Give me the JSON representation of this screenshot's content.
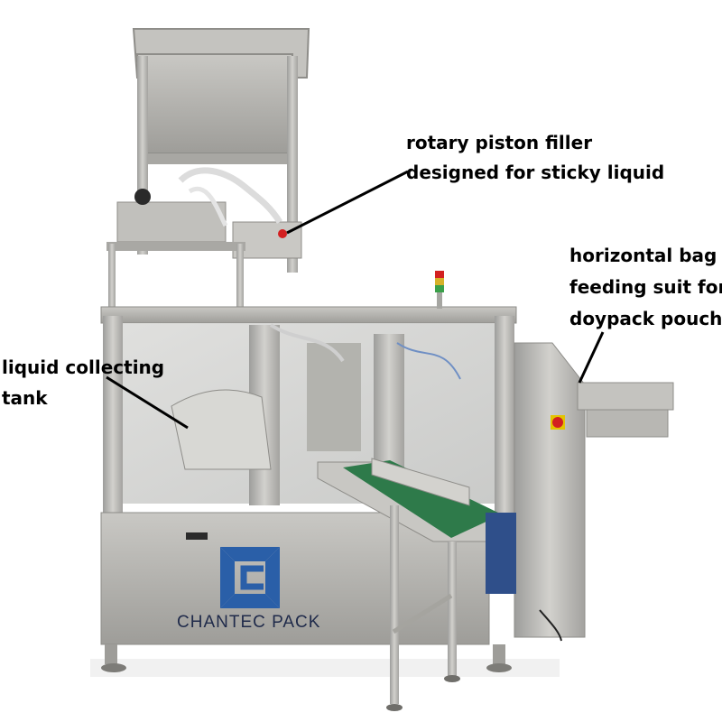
{
  "annotations": {
    "filler": [
      "rotary piston filler",
      "designed for sticky liquid"
    ],
    "bag_feeding": [
      "horizontal bag",
      "feeding suit for",
      "doypack pouch"
    ],
    "tank": [
      "liquid collecting",
      "tank"
    ]
  },
  "brand": {
    "name": "CHANTEC PACK",
    "logo_color": "#2a5fa8"
  },
  "colors": {
    "steel": "#b9b9b9",
    "conveyor_belt": "#2e7a4a",
    "motor": "#2f4f8a",
    "warning_light": "#d32020"
  }
}
